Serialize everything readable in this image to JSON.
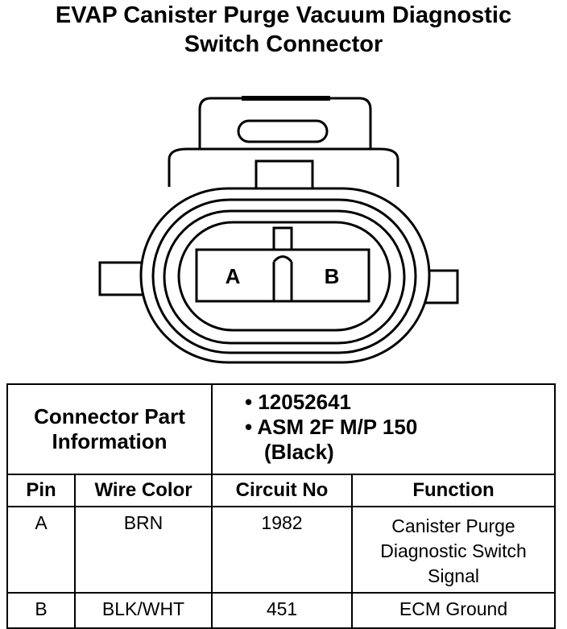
{
  "title": {
    "line1": "EVAP Canister Purge Vacuum Diagnostic",
    "line2": "Switch Connector"
  },
  "connector": {
    "pin_labels": [
      "A",
      "B"
    ],
    "part_info_label_line1": "Connector Part",
    "part_info_label_line2": "Information",
    "part_numbers": [
      "• 12052641",
      "• ASM 2F M/P 150"
    ],
    "color_note": "(Black)"
  },
  "table": {
    "headers": [
      "Pin",
      "Wire Color",
      "Circuit No",
      "Function"
    ],
    "rows": [
      {
        "pin": "A",
        "wire_color": "BRN",
        "circuit": "1982",
        "function": "Canister Purge Diagnostic Switch Signal"
      },
      {
        "pin": "B",
        "wire_color": "BLK/WHT",
        "circuit": "451",
        "function": "ECM Ground"
      }
    ]
  },
  "colors": {
    "ink": "#000000",
    "paper": "#ffffff"
  }
}
